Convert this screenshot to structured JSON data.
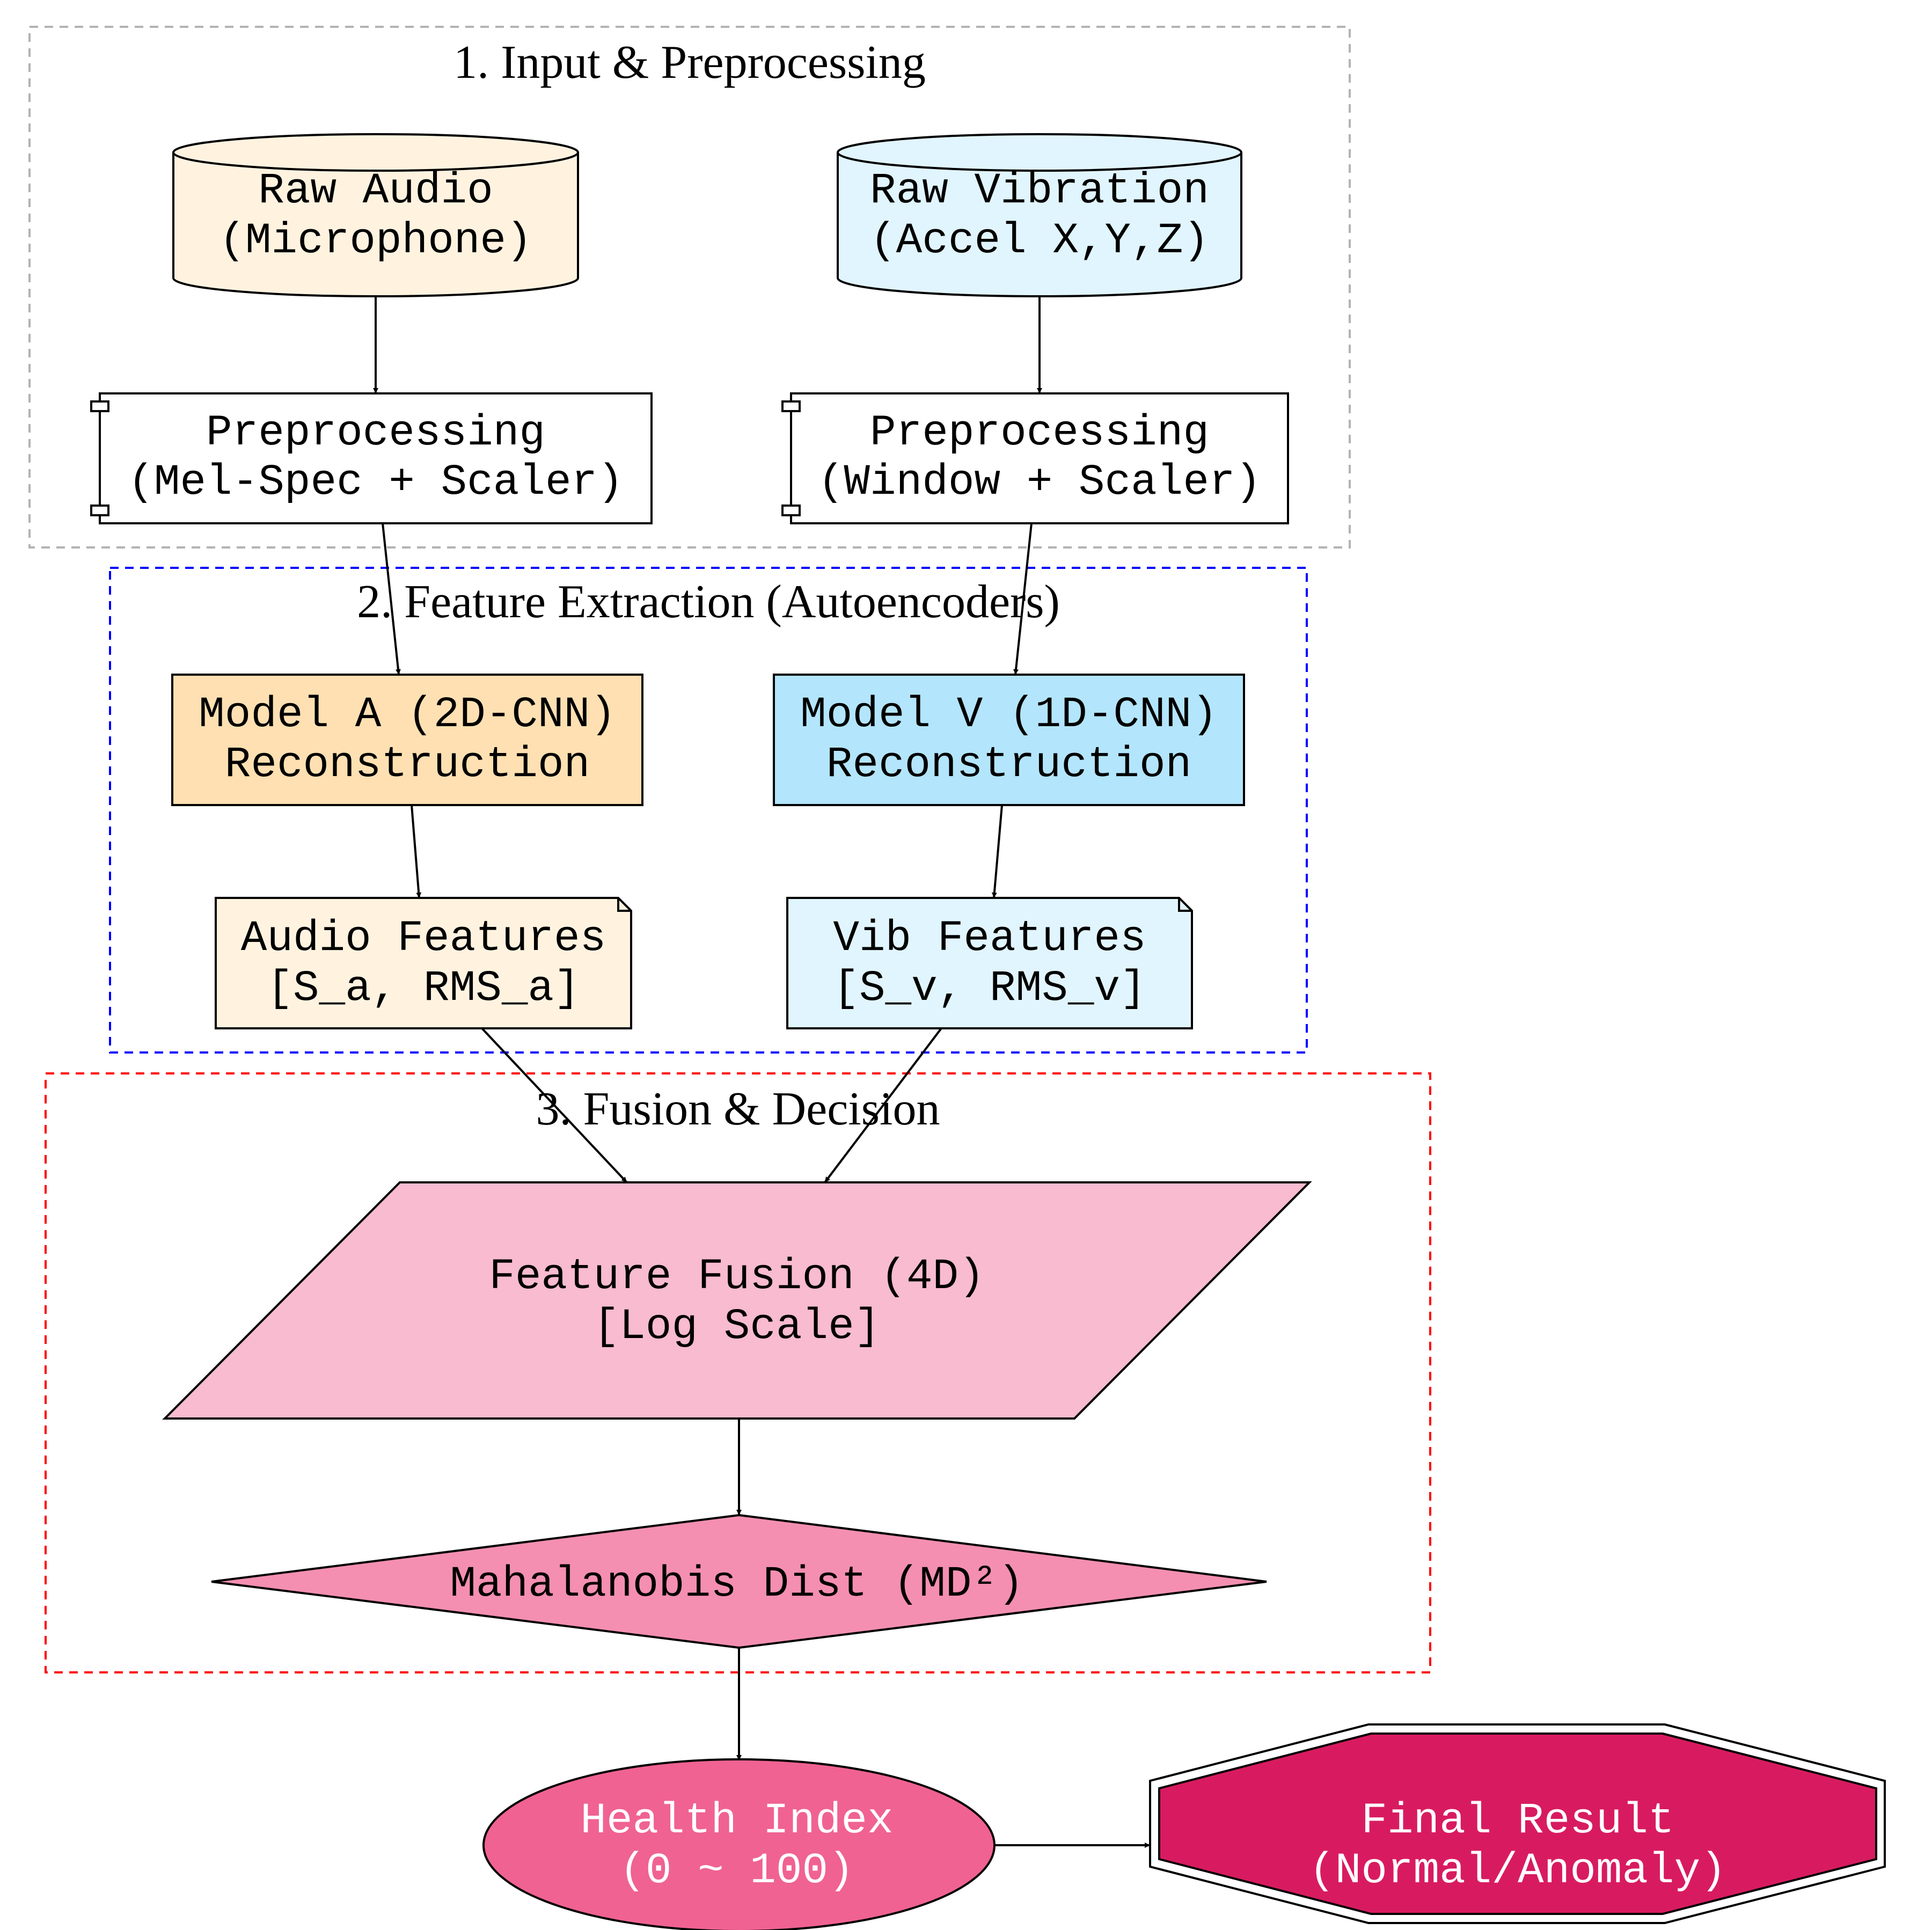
{
  "clusters": {
    "input": {
      "title": "1. Input & Preprocessing",
      "stroke": "#b3b3b3"
    },
    "features": {
      "title": "2. Feature Extraction (Autoencoders)",
      "stroke": "#0000ff"
    },
    "fusion": {
      "title": "3. Fusion & Decision",
      "stroke": "#ff0000"
    }
  },
  "nodes": {
    "raw_audio": {
      "line1": "Raw Audio",
      "line2": "(Microphone)",
      "fill": "#fff3e0"
    },
    "raw_vibration": {
      "line1": "Raw Vibration",
      "line2": "(Accel X,Y,Z)",
      "fill": "#e1f5fe"
    },
    "preproc_audio": {
      "line1": "Preprocessing",
      "line2": "(Mel-Spec + Scaler)",
      "fill": "#ffffff"
    },
    "preproc_vib": {
      "line1": "Preprocessing",
      "line2": "(Window + Scaler)",
      "fill": "#ffffff"
    },
    "model_a": {
      "line1": "Model A (2D-CNN)",
      "line2": "Reconstruction",
      "fill": "#ffe0b2"
    },
    "model_v": {
      "line1": "Model V (1D-CNN)",
      "line2": "Reconstruction",
      "fill": "#b3e5fc"
    },
    "audio_features": {
      "line1": "Audio Features",
      "line2": "[S_a, RMS_a]",
      "fill": "#fff3e0"
    },
    "vib_features": {
      "line1": "Vib Features",
      "line2": "[S_v, RMS_v]",
      "fill": "#e1f5fe"
    },
    "fusion": {
      "line1": "Feature Fusion (4D)",
      "line2": "[Log Scale]",
      "fill": "#f8bbd0"
    },
    "mahalanobis": {
      "line1": "Mahalanobis Dist (MD²)",
      "fill": "#f48fb1"
    },
    "health_index": {
      "line1": "Health Index",
      "line2": "(0 ~ 100)",
      "fill": "#f06292"
    },
    "final_result": {
      "line1": "Final Result",
      "line2": "(Normal/Anomaly)",
      "fill": "#d81b60"
    }
  }
}
